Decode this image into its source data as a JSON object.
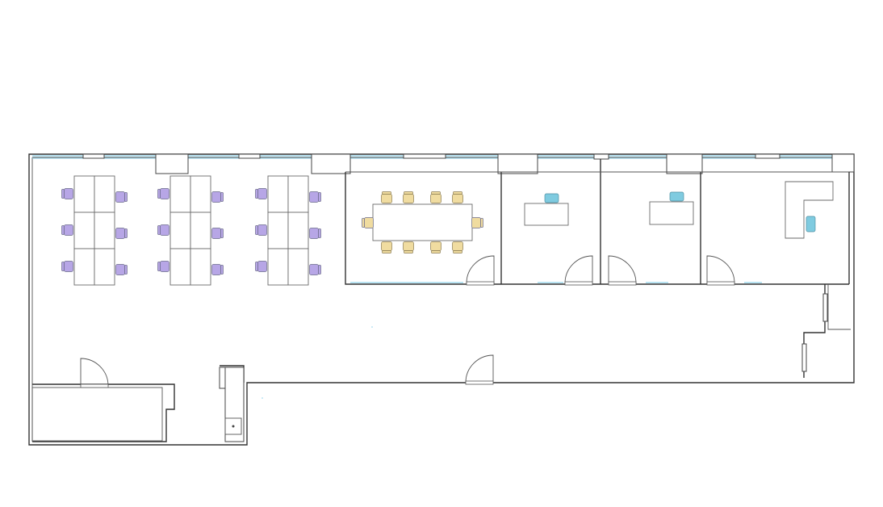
{
  "colors": {
    "background": "#ffffff",
    "wall": "#333333",
    "window": "#8fd3ec",
    "workstation_chair": "#b7a6e6",
    "conference_chair": "#f0dca0",
    "office_chair": "#7fcbe0",
    "desk_fill": "#ffffff"
  },
  "spaces": {
    "open_office": {
      "workstation_clusters": 3,
      "desks_per_cluster": 6,
      "chairs_per_cluster": 6
    },
    "conference_room": {
      "table_count": 1,
      "chair_count": 10
    },
    "private_offices": {
      "count": 3,
      "chairs_each": 1
    },
    "storage_room": {
      "count": 1
    },
    "closets": {
      "count": 2
    },
    "kitchenette": {
      "count": 1
    }
  }
}
